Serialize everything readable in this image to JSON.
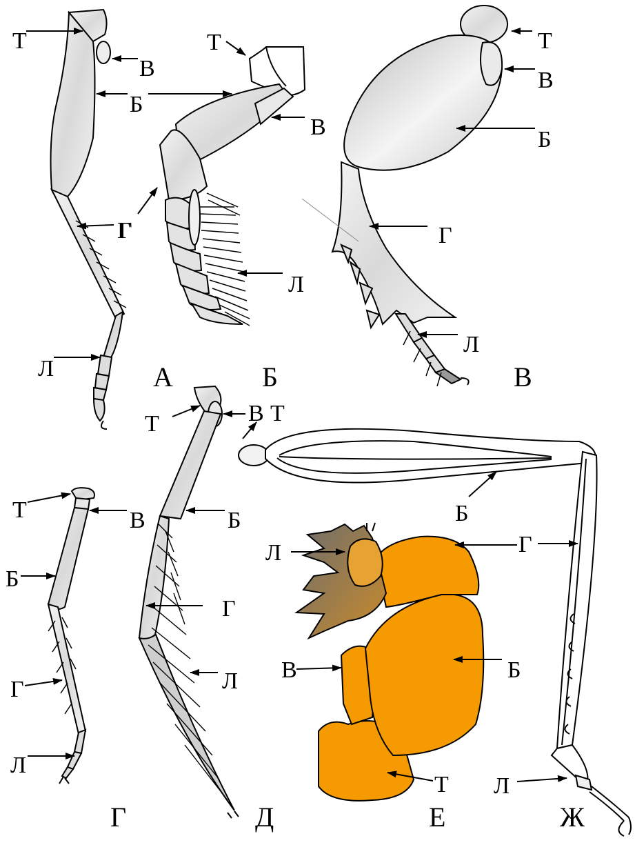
{
  "figure": {
    "panels": {
      "A": {
        "title": "А",
        "labels": {
          "t": "Т",
          "v": "В",
          "b": "Б",
          "g": "Г",
          "l": "Л"
        }
      },
      "B": {
        "title": "Б",
        "labels": {
          "t": "Т",
          "v": "В",
          "g": "Г",
          "l": "Л"
        }
      },
      "V": {
        "title": "В",
        "labels": {
          "t": "Т",
          "v": "В",
          "b": "Б",
          "g": "Г",
          "l": "Л"
        }
      },
      "G": {
        "title": "Г",
        "labels": {
          "t": "Т",
          "v": "В",
          "b": "Б",
          "g": "Г",
          "l": "Л"
        }
      },
      "D": {
        "title": "Д",
        "labels": {
          "t": "Т",
          "v": "В",
          "b": "Б",
          "g": "Г",
          "l": "Л"
        }
      },
      "E": {
        "title": "Е",
        "labels": {
          "t": "Т",
          "v": "В",
          "b": "Б",
          "g": "Г",
          "l": "Л"
        }
      },
      "Zh": {
        "title": "Ж",
        "labels": {
          "t": "Т",
          "b": "Б",
          "g": "Г",
          "l": "Л"
        }
      }
    }
  },
  "colors": {
    "segment_fill": "#e6e6e6",
    "panel_e_fill": "#f59a00",
    "panel_e_tarsus": "#8a7a6a"
  }
}
